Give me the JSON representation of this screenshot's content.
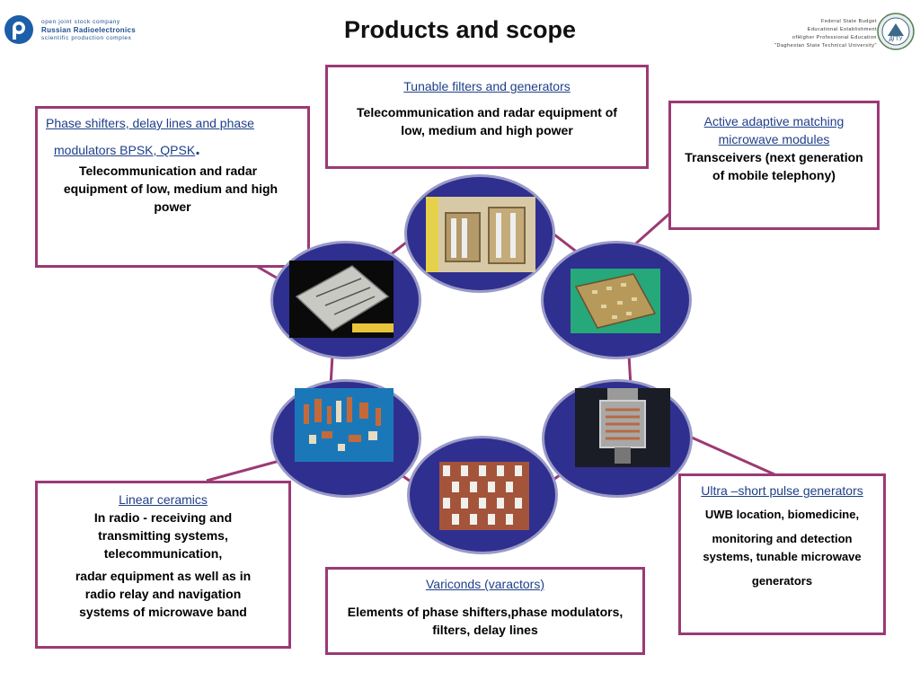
{
  "header": {
    "title": "Products and scope",
    "left_logo": {
      "line1": "open joint stock company",
      "line2": "Russian Radioelectronics",
      "line3": "scientific production complex"
    },
    "right_logo": {
      "line1": "Federal State Budget",
      "line2": "Educational Establishment",
      "line3": "ofHigher Professional Education",
      "line4": "\"Daghestan State Technical University\"",
      "seal_text": "ДГТУ"
    }
  },
  "boxes": {
    "tunable": {
      "link": "Tunable filters and generators",
      "body1": "Telecommunication and radar  equipment of",
      "body2": "low, medium and high power"
    },
    "phase": {
      "link1": "Phase shifters, delay lines and phase",
      "link2": "modulators BPSK, QPSK",
      "dot": ".",
      "body1": "Telecommunication and radar",
      "body2": "equipment of low, medium and high",
      "body3": "power"
    },
    "active": {
      "link1": "Active adaptive matching",
      "link2": "microwave modules",
      "body1": "Transceivers (next generation",
      "body2": "of mobile telephony)"
    },
    "ceramics": {
      "link": "Linear ceramics",
      "body1": "In  radio - receiving and",
      "body2": "transmitting systems,",
      "body3": "telecommunication,",
      "body4": "radar equipment  as well as in",
      "body5": "radio relay  and navigation",
      "body6": "systems of microwave band"
    },
    "varicond": {
      "link": "Variconds (varactors)",
      "body1": "Elements of phase shifters,phase modulators,",
      "body2": "filters, delay lines"
    },
    "ultra": {
      "link": "Ultra –short pulse generators",
      "body1": "UWB location, biomedicine,",
      "body2": "monitoring and detection",
      "body3": "systems, tunable  microwave",
      "body4": "generators"
    }
  },
  "colors": {
    "accent": "#9b3a74",
    "node_fill": "#2f2f8f",
    "link": "#1f3f8a"
  }
}
